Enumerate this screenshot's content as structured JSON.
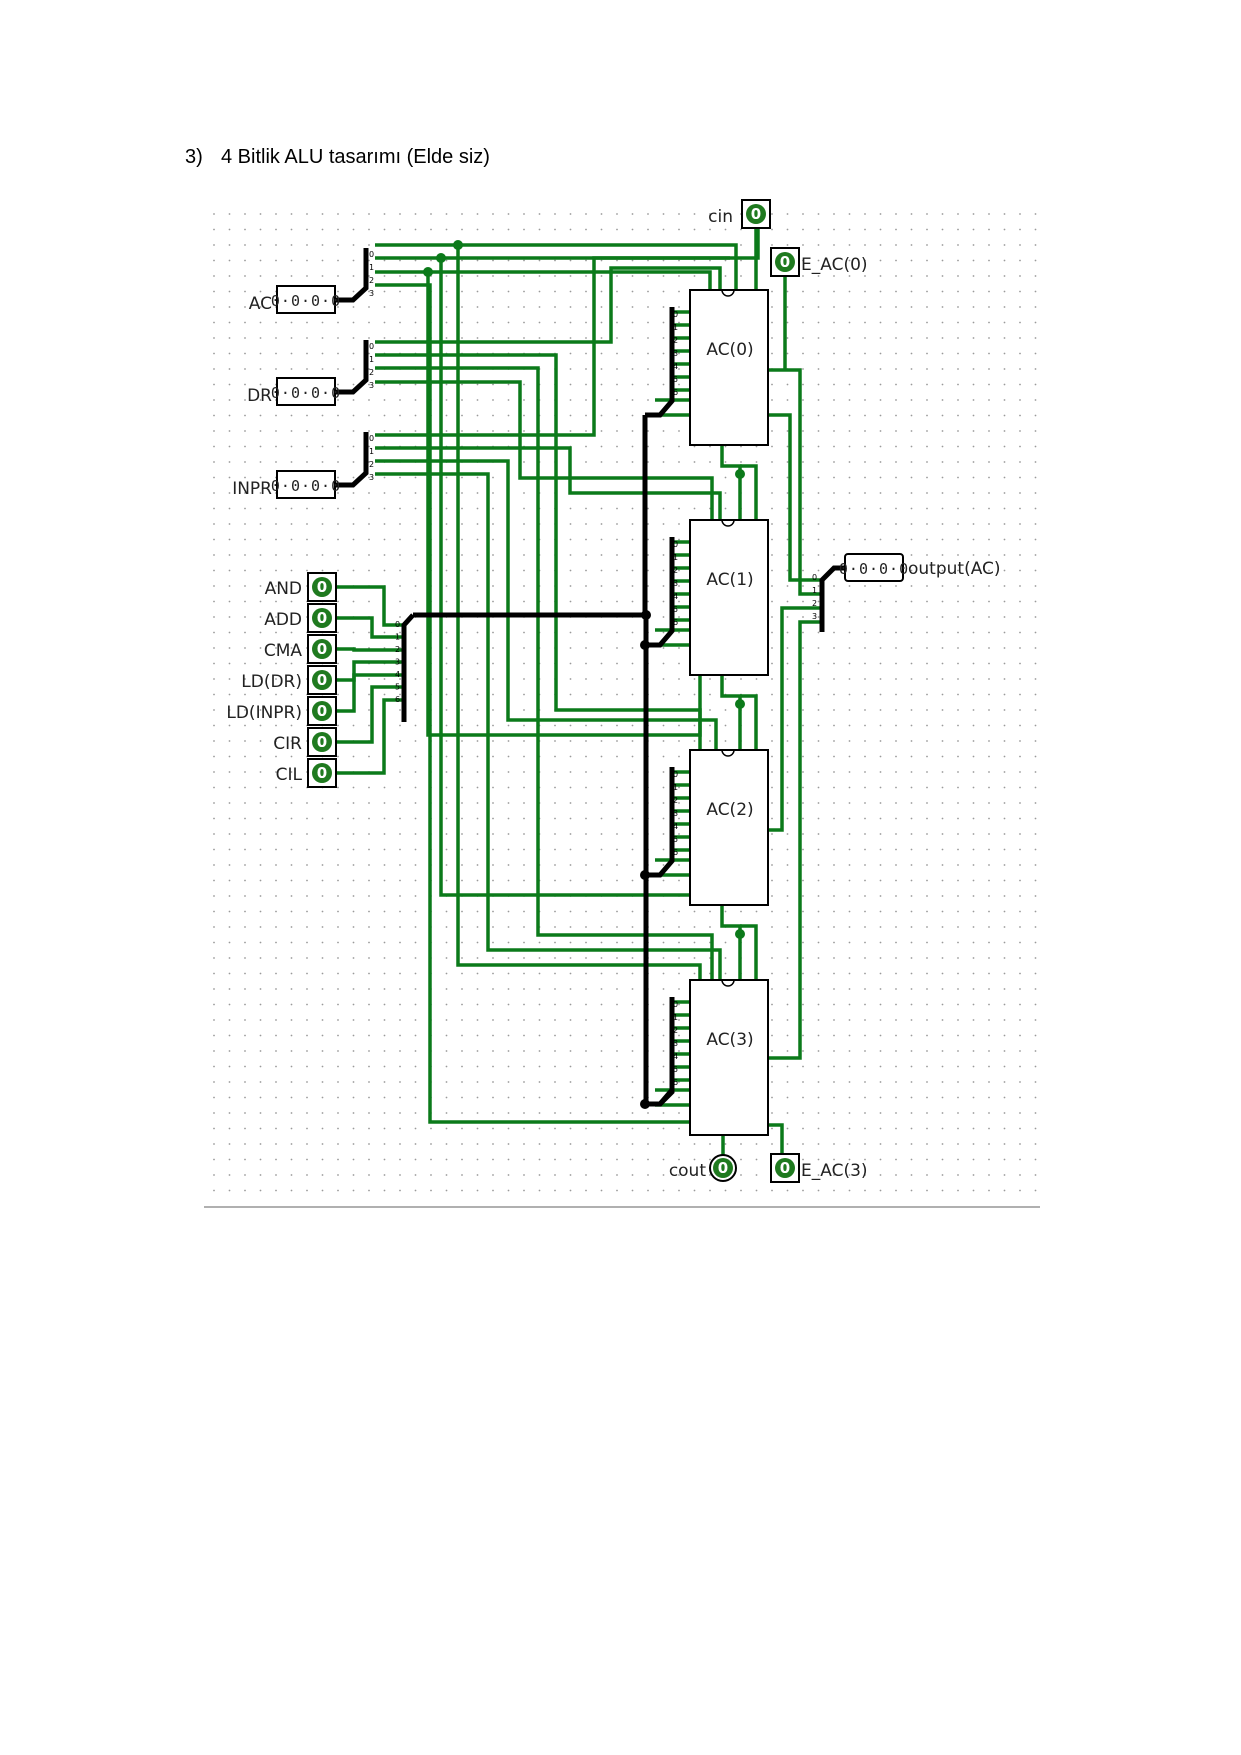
{
  "heading": {
    "number": "3)",
    "text": "4 Bitlik ALU tasarımı (Elde siz)"
  },
  "registers": [
    {
      "label": "AC",
      "value": "0000"
    },
    {
      "label": "DR",
      "value": "0000"
    },
    {
      "label": "INPR",
      "value": "0000"
    }
  ],
  "controls": [
    {
      "label": "AND",
      "value": "0"
    },
    {
      "label": "ADD",
      "value": "0"
    },
    {
      "label": "CMA",
      "value": "0"
    },
    {
      "label": "LD(DR)",
      "value": "0"
    },
    {
      "label": "LD(INPR)",
      "value": "0"
    },
    {
      "label": "CIR",
      "value": "0"
    },
    {
      "label": "CIL",
      "value": "0"
    }
  ],
  "pins": {
    "cin": {
      "label": "cin",
      "value": "0"
    },
    "e_ac0": {
      "label": "E_AC(0)",
      "value": "0"
    },
    "cout": {
      "label": "cout",
      "value": "0"
    },
    "e_ac3": {
      "label": "E_AC(3)",
      "value": "0"
    }
  },
  "blocks": [
    "AC(0)",
    "AC(1)",
    "AC(2)",
    "AC(3)"
  ],
  "output": {
    "label": "output(AC)",
    "value": "0000"
  },
  "splitter_bits_4": [
    "0",
    "1",
    "2",
    "3"
  ],
  "splitter_bits_7": [
    "0",
    "1",
    "2",
    "3",
    "4",
    "5",
    "6"
  ],
  "colors": {
    "wire": "#0b7a1a",
    "bus": "#000000",
    "pin": "#1f7a1f",
    "grid": "#9a9a9a"
  }
}
